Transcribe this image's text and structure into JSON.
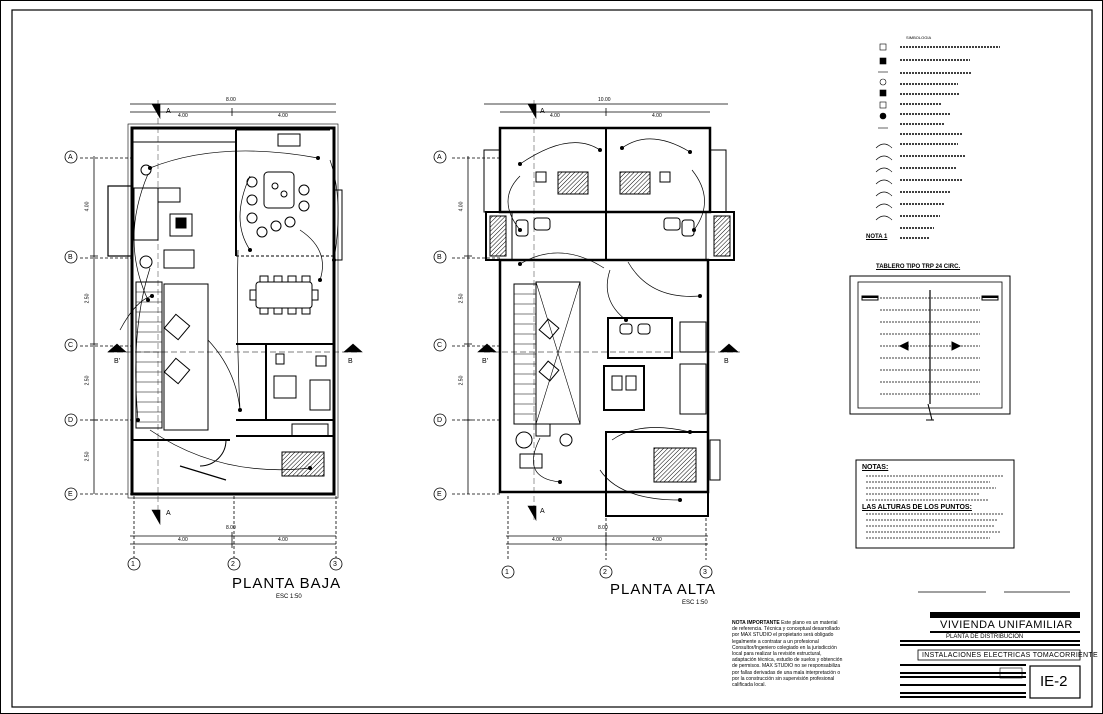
{
  "plans": {
    "ground": {
      "title": "PLANTA BAJA",
      "scale": "ESC 1:50"
    },
    "upper": {
      "title": "PLANTA ALTA",
      "scale": "ESC 1:50"
    }
  },
  "axes": {
    "rows": [
      "A",
      "B",
      "C",
      "D",
      "E"
    ],
    "cols": [
      "1",
      "2",
      "3"
    ],
    "section_marks": [
      "A",
      "B'",
      "B"
    ]
  },
  "dimensions": {
    "ground_top_total": "8.00",
    "ground_top_parts": [
      "4.00",
      "4.00"
    ],
    "ground_bottom_total": "8.00",
    "ground_bottom_parts": [
      "4.00",
      "4.00"
    ],
    "ground_left": [
      "4.00",
      "2.50",
      "2.50",
      "2.50"
    ],
    "upper_top_total": "10.00",
    "upper_top_parts": [
      "4.00",
      "4.00"
    ],
    "upper_bottom_total": "8.00",
    "upper_bottom_parts": [
      "4.00",
      "4.00"
    ],
    "upper_left": [
      "4.00",
      "2.50",
      "2.50"
    ]
  },
  "legend": {
    "title": "SIMBOLOGIA",
    "notes_label": "NOTA 1"
  },
  "panel": {
    "title": "TABLERO TIPO TRP 24 CIRC."
  },
  "notes": {
    "title": "NOTAS:",
    "subtitle": "LAS ALTURAS DE LOS PUNTOS:"
  },
  "disclaimer": {
    "label": "NOTA IMPORTANTE",
    "text": "Este plano es un material de referencia. Técnica y conceptual desarrollado por MAX STUDIO el propietario será obligado legalmente a contratar a un profesional Consultor/Ingeniero colegiado en la jurisdicción local para realizar la revisión estructural, adaptación técnica, estudio de suelos y obtención de permisos. MAX STUDIO no se responsabiliza por fallas derivadas de una mala interpretación o por la construcción sin supervisión profesional calificada local."
  },
  "title_block": {
    "project": "VIVIENDA UNIFAMILIAR",
    "subtitle": "PLANTA DE DISTRIBUCIÓN",
    "description": "INSTALACIONES ELECTRICAS TOMACORRIENTE",
    "sheet": "IE-2"
  },
  "style": {
    "ink": "#000000",
    "paper": "#ffffff"
  }
}
